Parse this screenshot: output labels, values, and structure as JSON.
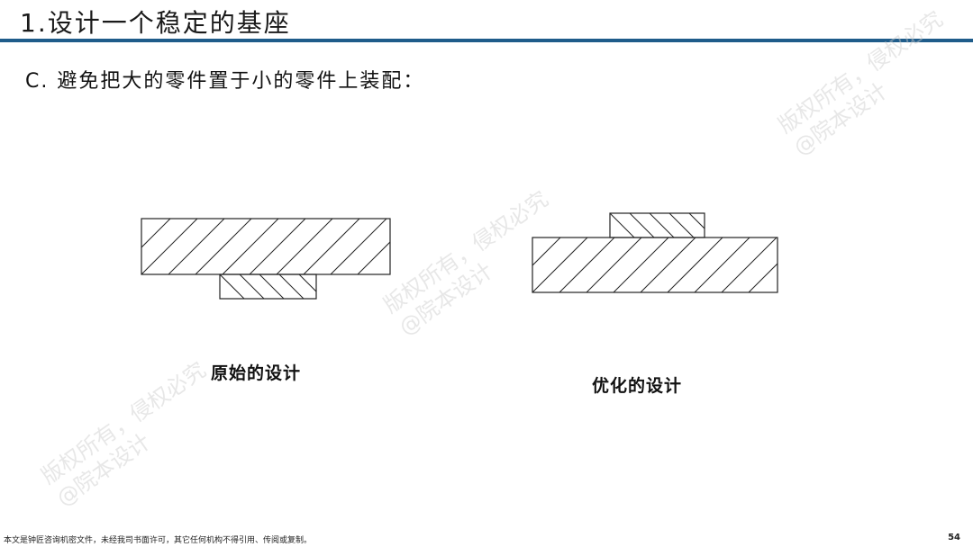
{
  "header": {
    "title": "1.设计一个稳定的基座"
  },
  "content": {
    "subheading": "C. 避免把大的零件置于小的零件上装配："
  },
  "diagrams": {
    "original_caption": "原始的设计",
    "optimized_caption": "优化的设计"
  },
  "watermark": {
    "line1": "版权所有，侵权必究",
    "line2": "@院本设计"
  },
  "footer": {
    "note": "本文是钟匠咨询机密文件，未经我司书面许可，其它任何机构不得引用、传阅或复制。",
    "page_number": "54"
  },
  "colors": {
    "title_rule": "#1f5c8a"
  }
}
